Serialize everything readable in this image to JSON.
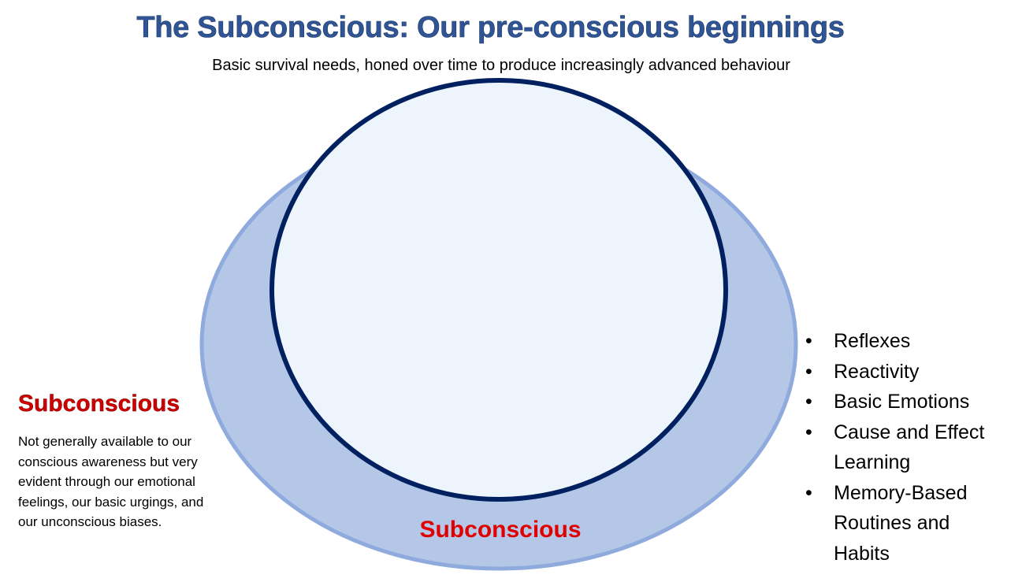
{
  "title": "The Subconscious: Our pre-conscious beginnings",
  "subtitle": "Basic survival needs, honed over time to produce increasingly advanced behaviour",
  "inner_label": "Subconscious",
  "side": {
    "title": "Subconscious",
    "text": "Not generally available to our conscious awareness but very evident through our emotional feelings, our basic urgings, and our unconscious biases."
  },
  "bullets": [
    "Reflexes",
    "Reactivity",
    "Basic Emotions",
    "Cause and Effect Learning",
    "Memory-Based Routines and Habits"
  ],
  "colors": {
    "outer_fill": "#b4c7e7",
    "outer_stroke": "#8faadc",
    "inner_fill": "#eef4fb",
    "inner_stroke": "#002060",
    "title": "#2f5597",
    "red": "#e00000"
  }
}
